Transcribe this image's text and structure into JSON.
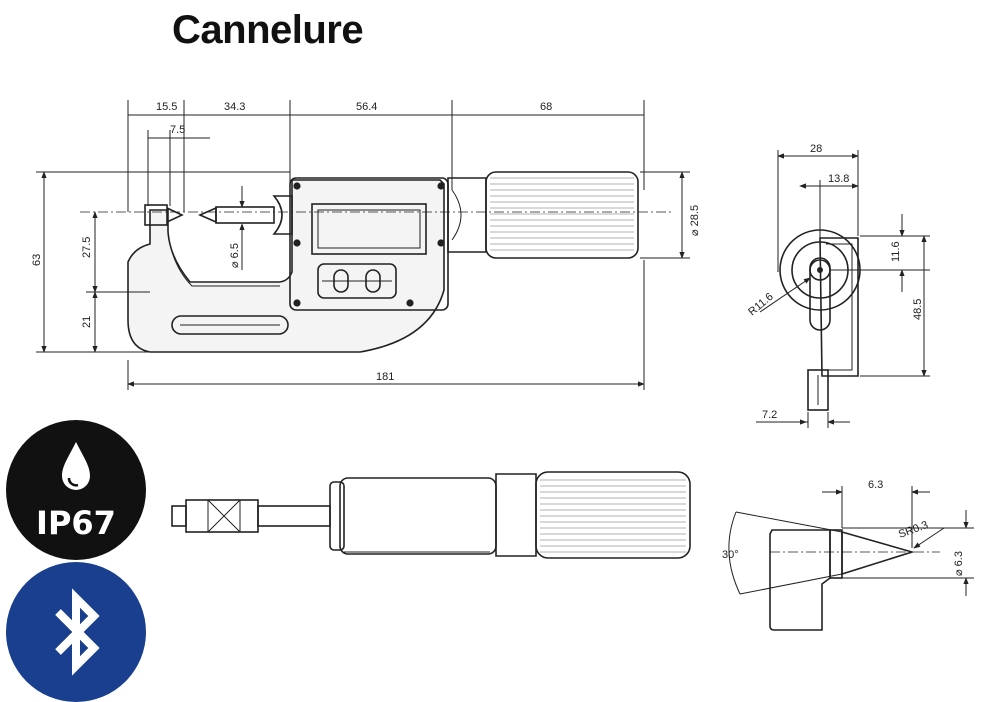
{
  "title": "Cannelure",
  "dimensions": {
    "d15_5": "15.5",
    "d34_3": "34.3",
    "d56_4": "56.4",
    "d68": "68",
    "d7_5": "7.5",
    "d63": "63",
    "d27_5": "27.5",
    "d21": "21",
    "d6_5": "⌀ 6.5",
    "d28_5": "⌀ 28.5",
    "d181": "181",
    "d28": "28",
    "d13_8": "13.8",
    "d11_6": "11.6",
    "d48_5": "48.5",
    "r11_6": "R11.6",
    "d7_2": "7.2",
    "d6_3_top": "6.3",
    "sr0_3": "SR0.3",
    "d6_3_dia": "⌀ 6.3",
    "angle30": "30°"
  },
  "badges": {
    "ip_label": "IP67",
    "ip_icon": "water-drop-icon",
    "bt_icon": "bluetooth-icon",
    "ip_color": "#111111",
    "bt_color": "#1b3f8f"
  }
}
